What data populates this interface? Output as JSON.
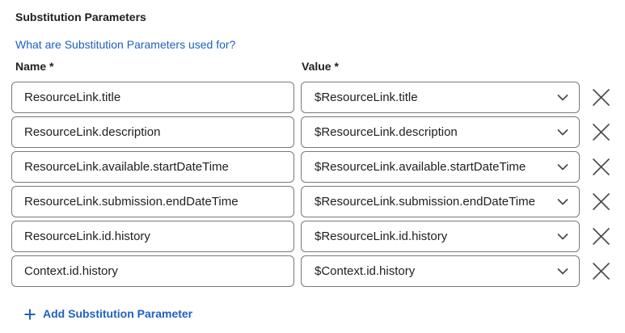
{
  "page": {
    "title": "Substitution Parameters",
    "help_link": "What are Substitution Parameters used for?",
    "columns": {
      "name": "Name *",
      "value": "Value *"
    },
    "add_button_label": "Add Substitution Parameter",
    "colors": {
      "link_blue": "#2061bf",
      "text": "#202122",
      "input_border": "#77797c",
      "icon_gray": "#494c4e"
    },
    "icons": {
      "value_dropdown": "chevron-down-icon",
      "row_delete": "close-icon",
      "add_row": "plus-icon"
    }
  },
  "rows": [
    {
      "name": "ResourceLink.title",
      "value": "$ResourceLink.title"
    },
    {
      "name": "ResourceLink.description",
      "value": "$ResourceLink.description"
    },
    {
      "name": "ResourceLink.available.startDateTime",
      "value": "$ResourceLink.available.startDateTime"
    },
    {
      "name": "ResourceLink.submission.endDateTime",
      "value": "$ResourceLink.submission.endDateTime"
    },
    {
      "name": "ResourceLink.id.history",
      "value": "$ResourceLink.id.history"
    },
    {
      "name": "Context.id.history",
      "value": "$Context.id.history"
    }
  ]
}
